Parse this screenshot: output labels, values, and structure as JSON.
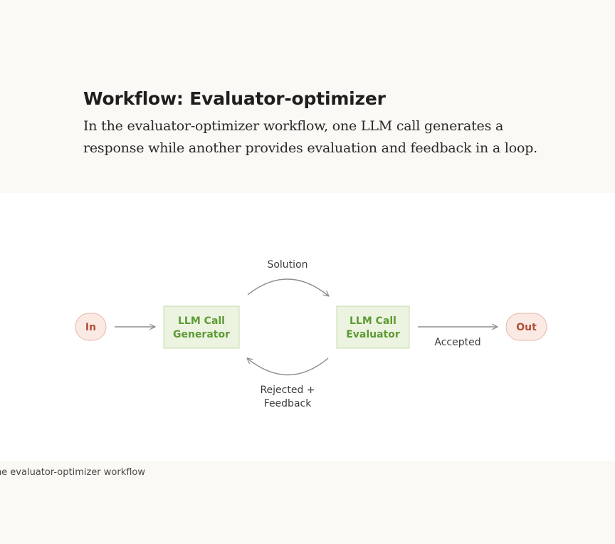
{
  "heading": "Workflow: Evaluator-optimizer",
  "intro": "In the evaluator-optimizer workflow, one LLM call generates a response while another provides evaluation and feedback in a loop.",
  "diagram": {
    "input_label": "In",
    "output_label": "Out",
    "generator_line1": "LLM Call",
    "generator_line2": "Generator",
    "evaluator_line1": "LLM Call",
    "evaluator_line2": "Evaluator",
    "solution_label": "Solution",
    "rejected_line1": "Rejected +",
    "rejected_line2": "Feedback",
    "accepted_label": "Accepted"
  },
  "caption": "The evaluator-optimizer workflow",
  "colors": {
    "page_background": "#faf9f5",
    "diagram_background": "#ffffff",
    "io_fill": "#fbe9e3",
    "io_stroke": "#e4b8aa",
    "io_text": "#b0503a",
    "llm_fill": "#ecf4e1",
    "llm_stroke": "#c4ddab",
    "llm_text": "#5d9a33",
    "arrow": "#8f8e8a"
  }
}
